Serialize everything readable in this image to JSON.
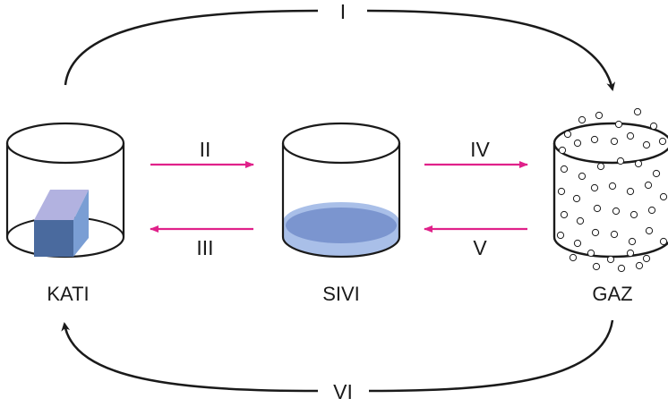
{
  "states": {
    "solid": "KATI",
    "liquid": "SIVI",
    "gas": "GAZ"
  },
  "transitions": {
    "solid_to_gas": "I",
    "solid_to_liquid": "II",
    "liquid_to_solid": "III",
    "liquid_to_gas": "IV",
    "gas_to_liquid": "V",
    "gas_to_solid": "VI"
  },
  "colors": {
    "outline": "#1a1a1a",
    "phase_arrow": "#e0218a",
    "cube_front": "#4a6a9e",
    "cube_top": "#b2b2e0",
    "cube_side": "#7a9ed4",
    "liquid_fill": "#a9bfe8",
    "liquid_surface": "#7b95cf"
  }
}
